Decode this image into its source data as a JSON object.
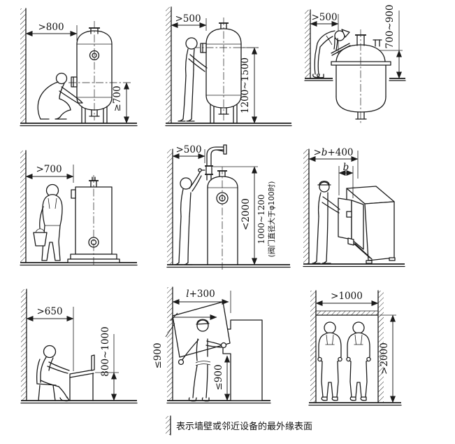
{
  "panels": [
    {
      "scene": "crouching worker beside vertical vessel",
      "wall_clearance": ">800",
      "height_dim": "≥700"
    },
    {
      "scene": "standing worker beside vertical vessel",
      "wall_clearance": ">500",
      "height_dim": "1200~1500"
    },
    {
      "scene": "worker bending over sunken vessel",
      "wall_clearance": ">500",
      "height_dim": "700~900"
    },
    {
      "scene": "worker carrying bucket past tank",
      "wall_clearance": ">700"
    },
    {
      "scene": "worker operating overhead valve",
      "wall_clearance": ">500",
      "height_dim": "<2000",
      "alt_height_dim": "1000~1200",
      "alt_height_note": "(阀门直径大于φ100时)"
    },
    {
      "scene": "worker pulling drawer from cabinet",
      "clearance_prefix": ">",
      "clearance_var": "b",
      "clearance_suffix": "+400",
      "drawer_width": "b"
    },
    {
      "scene": "seated operator at control console",
      "wall_clearance": ">650",
      "height_dim": "800~1000"
    },
    {
      "scene": "worker withdrawing long component",
      "length_var": "l",
      "length_suffix": "+300",
      "lean_height_dim": "≤900",
      "opening_height_dim": "≤900"
    },
    {
      "scene": "two workers in passage",
      "width_dim": ">1000",
      "height_dim": ">2000"
    }
  ],
  "legend": {
    "text": "表示墙壁或邻近设备的最外缘表面"
  }
}
